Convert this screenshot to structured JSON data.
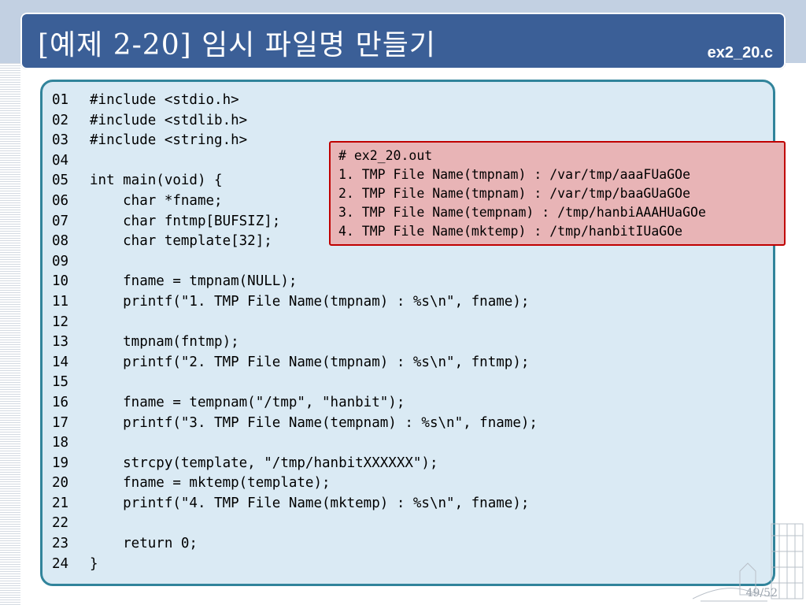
{
  "slide": {
    "title": "[예제 2-20] 임시 파일명 만들기",
    "file_label": "ex2_20.c",
    "page_number": "49/52"
  },
  "code": [
    {
      "n": "01",
      "text": "#include <stdio.h>"
    },
    {
      "n": "02",
      "text": "#include <stdlib.h>"
    },
    {
      "n": "03",
      "text": "#include <string.h>"
    },
    {
      "n": "04",
      "text": ""
    },
    {
      "n": "05",
      "text": "int main(void) {"
    },
    {
      "n": "06",
      "text": "    char *fname;"
    },
    {
      "n": "07",
      "text": "    char fntmp[BUFSIZ];"
    },
    {
      "n": "08",
      "text": "    char template[32];"
    },
    {
      "n": "09",
      "text": ""
    },
    {
      "n": "10",
      "text": "    fname = tmpnam(NULL);"
    },
    {
      "n": "11",
      "text": "    printf(\"1. TMP File Name(tmpnam) : %s\\n\", fname);"
    },
    {
      "n": "12",
      "text": ""
    },
    {
      "n": "13",
      "text": "    tmpnam(fntmp);"
    },
    {
      "n": "14",
      "text": "    printf(\"2. TMP File Name(tmpnam) : %s\\n\", fntmp);"
    },
    {
      "n": "15",
      "text": ""
    },
    {
      "n": "16",
      "text": "    fname = tempnam(\"/tmp\", \"hanbit\");"
    },
    {
      "n": "17",
      "text": "    printf(\"3. TMP File Name(tempnam) : %s\\n\", fname);"
    },
    {
      "n": "18",
      "text": ""
    },
    {
      "n": "19",
      "text": "    strcpy(template, \"/tmp/hanbitXXXXXX\");"
    },
    {
      "n": "20",
      "text": "    fname = mktemp(template);"
    },
    {
      "n": "21",
      "text": "    printf(\"4. TMP File Name(mktemp) : %s\\n\", fname);"
    },
    {
      "n": "22",
      "text": ""
    },
    {
      "n": "23",
      "text": "    return 0;"
    },
    {
      "n": "24",
      "text": "}"
    }
  ],
  "output": [
    "# ex2_20.out",
    "1. TMP File Name(tmpnam) : /var/tmp/aaaFUaGOe",
    "2. TMP File Name(tmpnam) : /var/tmp/baaGUaGOe",
    "3. TMP File Name(tempnam) : /tmp/hanbiAAAHUaGOe",
    "4. TMP File Name(mktemp) : /tmp/hanbitIUaGOe"
  ],
  "colors": {
    "title_bar": "#3b5f97",
    "code_panel_bg": "#daeaf4",
    "code_panel_border": "#31849b",
    "output_bg": "#e8b4b6",
    "output_border": "#c00000"
  },
  "icons": {
    "corner_decoration": "building-sketch-icon"
  }
}
